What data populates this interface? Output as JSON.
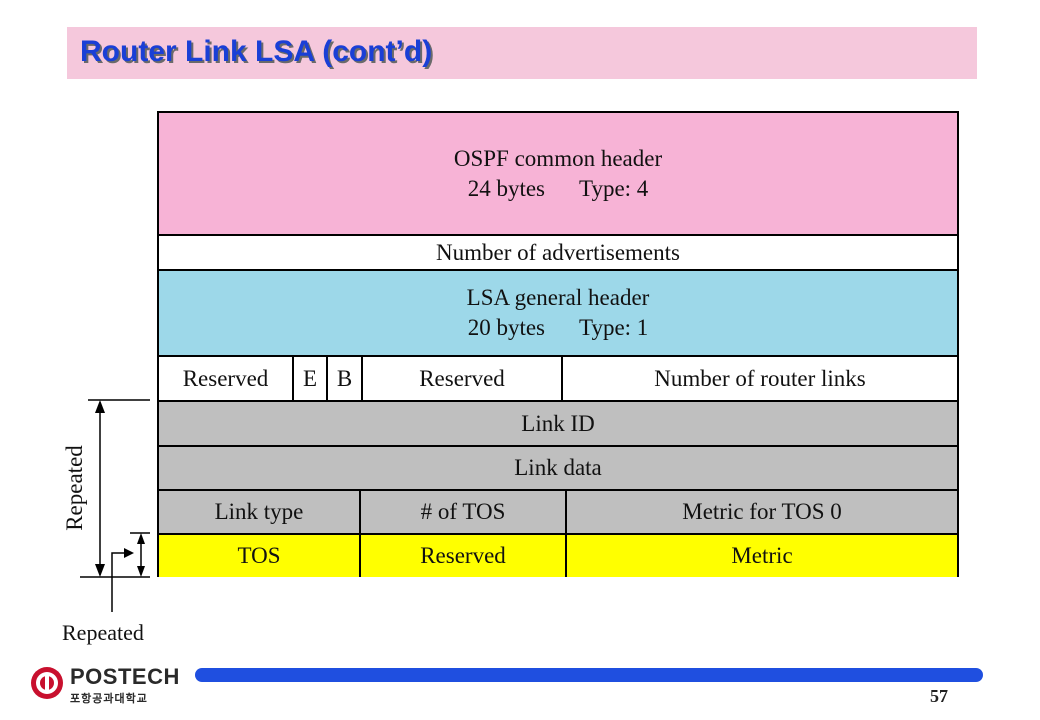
{
  "title": "Router Link LSA (cont’d)",
  "diagram": {
    "ospf_header": {
      "line1": "OSPF common header",
      "bytes": "24 bytes",
      "type": "Type: 4"
    },
    "num_advertisements": "Number of advertisements",
    "lsa_header": {
      "line1": "LSA general header",
      "bytes": "20 bytes",
      "type": "Type: 1"
    },
    "flags_row": {
      "reserved1": "Reserved",
      "e": "E",
      "b": "B",
      "reserved2": "Reserved",
      "num_links": "Number of router links"
    },
    "link_id": "Link ID",
    "link_data": "Link data",
    "link_row": {
      "link_type": "Link type",
      "num_tos": "# of TOS",
      "metric_tos0": "Metric for TOS  0"
    },
    "tos_row": {
      "tos": "TOS",
      "reserved": "Reserved",
      "metric": "Metric"
    },
    "repeated_outer": "Repeated",
    "repeated_inner": "Repeated"
  },
  "colors": {
    "title_bg": "#f5c8dc",
    "title_text": "#1a3fd6",
    "ospf": "#f7b3d6",
    "lsa": "#9dd8e9",
    "link": "#bfbfbf",
    "tos": "#ffff00",
    "footer_bar": "#1f4fe0"
  },
  "footer": {
    "logo_name": "POSTECH",
    "logo_sub": "포항공과대학교",
    "page_number": "57"
  }
}
